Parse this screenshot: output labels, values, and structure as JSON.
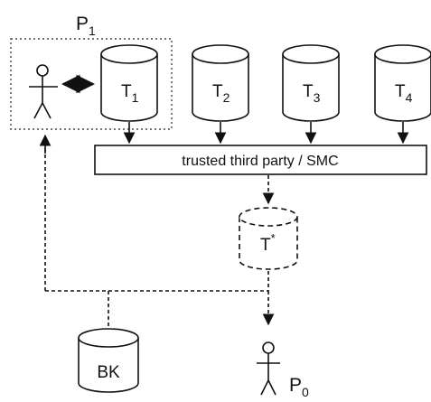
{
  "diagram": {
    "participant_p1": {
      "label": "P",
      "subscript": "1"
    },
    "participant_p0": {
      "label": "P",
      "subscript": "0"
    },
    "tables": [
      {
        "label": "T",
        "subscript": "1"
      },
      {
        "label": "T",
        "subscript": "2"
      },
      {
        "label": "T",
        "subscript": "3"
      },
      {
        "label": "T",
        "subscript": "4"
      }
    ],
    "ttp_label": "trusted third party / SMC",
    "result_table": {
      "label": "T",
      "superscript": "*"
    },
    "background_knowledge": {
      "label": "BK"
    }
  }
}
